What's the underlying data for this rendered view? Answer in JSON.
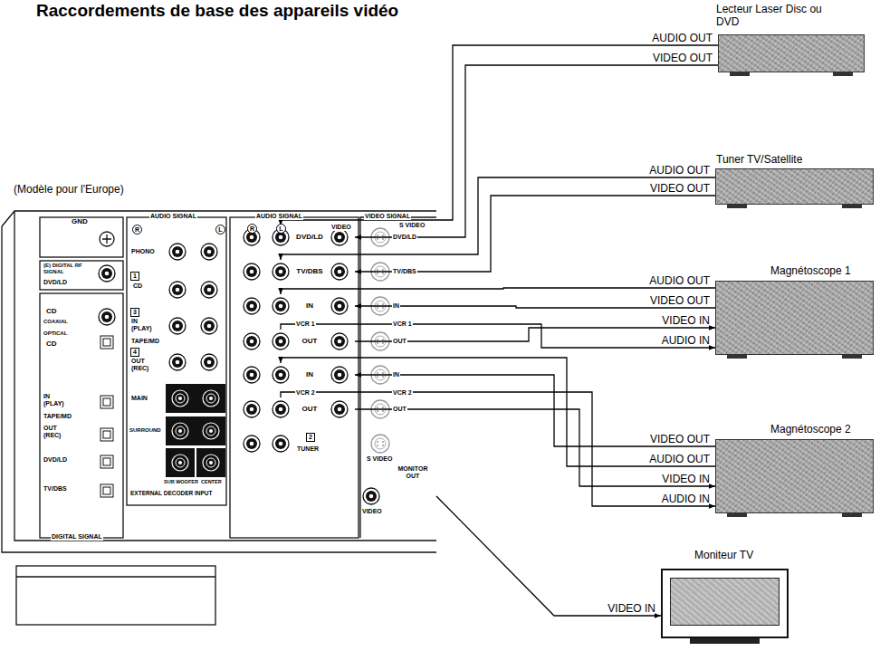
{
  "diagram": {
    "title": "Raccordements de base des appareils vidéo",
    "nodes": [
      {
        "text": [
          "Lecteur Laser Disc ou DVD"
        ]
      },
      {
        "text": [
          "Tuner TV/Satellite"
        ]
      },
      {
        "text": [
          "Magnétoscope 1"
        ]
      },
      {
        "text": [
          "Magnétoscope 2"
        ]
      },
      {
        "text": [
          "Moniteur TV"
        ]
      },
      {
        "text": [
          "DVD/LD"
        ]
      },
      {
        "text": [
          "TV/DBS"
        ]
      },
      {
        "text": [
          "IN"
        ]
      },
      {
        "text": [
          "OUT"
        ]
      },
      {
        "text": [
          "IN"
        ]
      },
      {
        "text": [
          "OUT"
        ]
      },
      {
        "text": [
          "MONITOR OUT"
        ]
      }
    ],
    "edges": [
      {
        "from": 0,
        "to": 5,
        "label": "AUDIO OUT",
        "arrow": "to"
      },
      {
        "from": 0,
        "to": 5,
        "label": "VIDEO OUT",
        "arrow": "to"
      },
      {
        "from": 1,
        "to": 6,
        "label": "AUDIO OUT",
        "arrow": "to"
      },
      {
        "from": 1,
        "to": 6,
        "label": "VIDEO OUT",
        "arrow": "to"
      },
      {
        "from": 2,
        "to": 7,
        "label": "AUDIO OUT",
        "arrow": "to"
      },
      {
        "from": 2,
        "to": 7,
        "label": "VIDEO OUT",
        "arrow": "to"
      },
      {
        "from": 8,
        "to": 2,
        "label": "VIDEO IN",
        "arrow": "to"
      },
      {
        "from": 8,
        "to": 2,
        "label": "AUDIO IN",
        "arrow": "to"
      },
      {
        "from": 3,
        "to": 9,
        "label": "VIDEO OUT",
        "arrow": "to"
      },
      {
        "from": 3,
        "to": 9,
        "label": "AUDIO OUT",
        "arrow": "to"
      },
      {
        "from": 10,
        "to": 3,
        "label": "VIDEO IN",
        "arrow": "to"
      },
      {
        "from": 10,
        "to": 3,
        "label": "AUDIO IN",
        "arrow": "to"
      },
      {
        "from": 11,
        "to": 4,
        "label": "VIDEO IN",
        "arrow": "to"
      }
    ],
    "labels": [
      "(Modèle pour l'Europe)",
      "GND",
      "(E) DIGITAL RF SIGNAL",
      "DVD/LD",
      "CD",
      "COAXIAL",
      "OPTICAL",
      "CD",
      "IN (PLAY)",
      "TAPE/MD",
      "OUT (REC)",
      "DVD/LD",
      "TV/DBS",
      "DIGITAL SIGNAL",
      "AUDIO SIGNAL",
      "R",
      "L",
      "PHONO",
      "1",
      "CD",
      "3",
      "IN (PLAY)",
      "TAPE/MD",
      "4",
      "OUT (REC)",
      "MAIN",
      "SURROUND",
      "SUB WOOFER",
      "CENTER",
      "EXTERNAL DECODER INPUT",
      "AUDIO SIGNAL",
      "R",
      "L",
      "VIDEO",
      "VCR 1",
      "VCR 2",
      "2",
      "TUNER",
      "VIDEO SIGNAL",
      "S VIDEO",
      "DVD/LD",
      "TV/DBS",
      "IN",
      "VCR 1",
      "OUT",
      "IN",
      "VCR 2",
      "OUT",
      "S VIDEO",
      "VIDEO"
    ]
  }
}
